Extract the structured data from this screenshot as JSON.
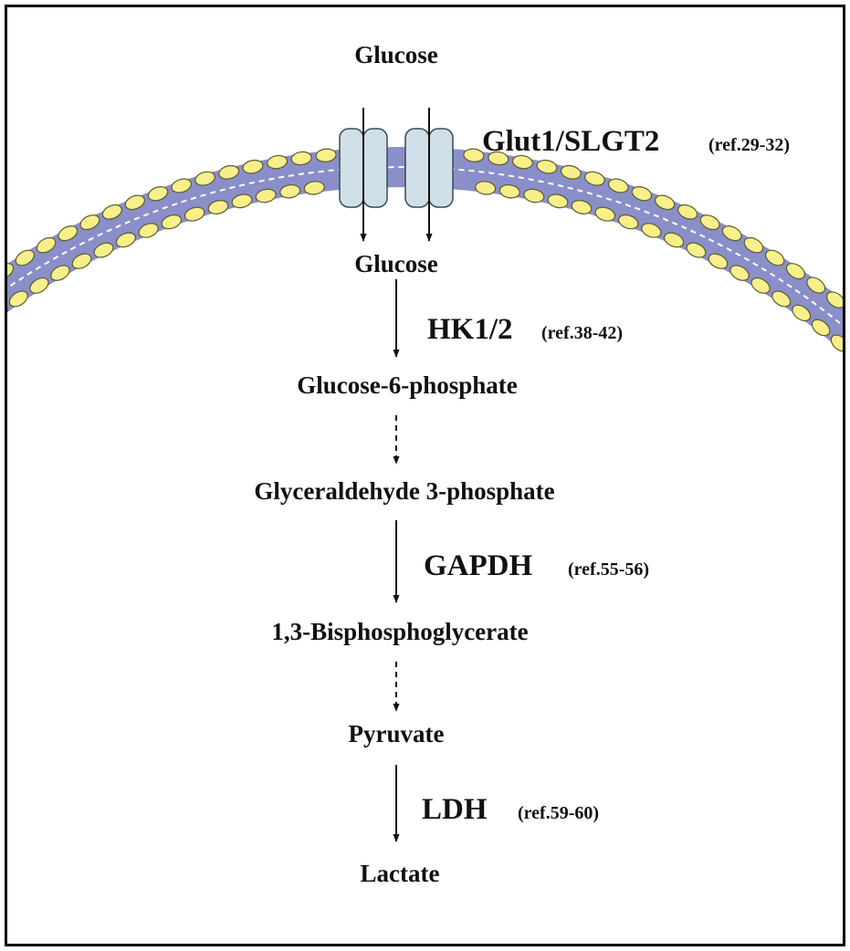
{
  "colors": {
    "frame": "#000000",
    "membrane_band": "#8a8fc9",
    "membrane_core": "#6b70b3",
    "lipid_head_fill": "#f7ef8a",
    "lipid_head_stroke": "#5c5a2e",
    "transporter_fill": "#cfe0e8",
    "transporter_stroke": "#3a4a52",
    "text": "#111111"
  },
  "membrane": {
    "shape": "curved lipid bilayer",
    "transporter_count": 2
  },
  "metabolites": {
    "glucose_outside": "Glucose",
    "glucose_inside": "Glucose",
    "g6p": "Glucose-6-phosphate",
    "g3p": "Glyceraldehyde 3-phosphate",
    "bpg": "1,3-Bisphosphoglycerate",
    "pyruvate": "Pyruvate",
    "lactate": "Lactate"
  },
  "enzymes": {
    "transporter": {
      "name": "Glut1/SLGT2",
      "ref": "(ref.29-32)"
    },
    "hk": {
      "name": "HK1/2",
      "ref": "(ref.38-42)"
    },
    "gapdh": {
      "name": "GAPDH",
      "ref": "(ref.55-56)"
    },
    "ldh": {
      "name": "LDH",
      "ref": "(ref.59-60)"
    }
  },
  "arrows": [
    {
      "from": "Glucose",
      "to": "Glucose-6-phosphate",
      "style": "solid"
    },
    {
      "from": "Glucose-6-phosphate",
      "to": "Glyceraldehyde 3-phosphate",
      "style": "dashed"
    },
    {
      "from": "Glyceraldehyde 3-phosphate",
      "to": "1,3-Bisphosphoglycerate",
      "style": "solid"
    },
    {
      "from": "1,3-Bisphosphoglycerate",
      "to": "Pyruvate",
      "style": "dashed"
    },
    {
      "from": "Pyruvate",
      "to": "Lactate",
      "style": "solid"
    }
  ]
}
